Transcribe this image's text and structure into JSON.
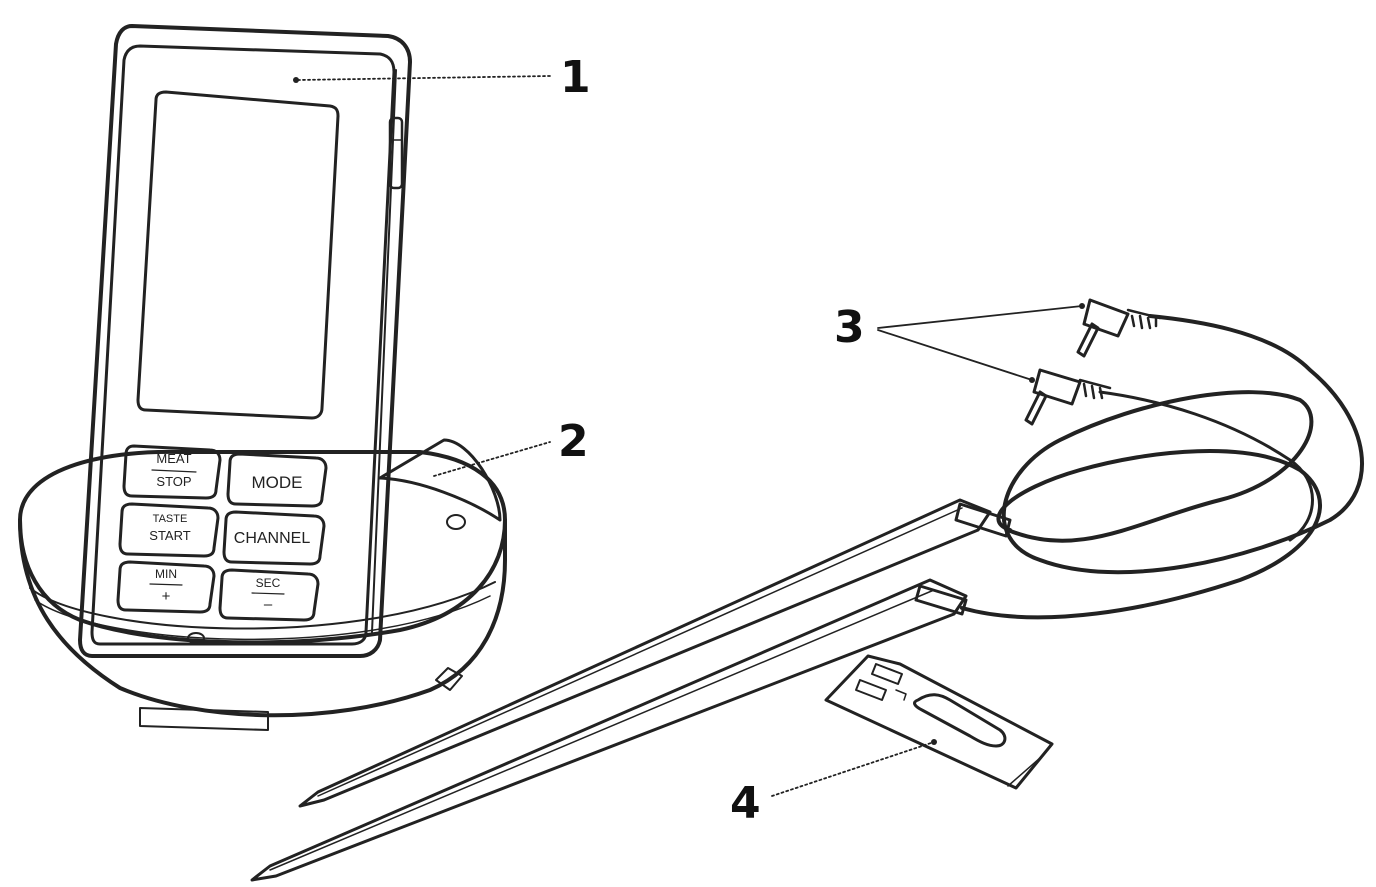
{
  "callouts": {
    "c1": "1",
    "c2": "2",
    "c3": "3",
    "c4": "4"
  },
  "buttons": {
    "meat_stop_top": "MEAT",
    "meat_stop_bottom": "STOP",
    "mode": "MODE",
    "taste_start_top": "TASTE",
    "taste_start_bottom": "START",
    "channel": "CHANNEL",
    "min_top": "MIN",
    "min_bottom": "+",
    "sec_top": "SEC",
    "sec_bottom": "–"
  }
}
